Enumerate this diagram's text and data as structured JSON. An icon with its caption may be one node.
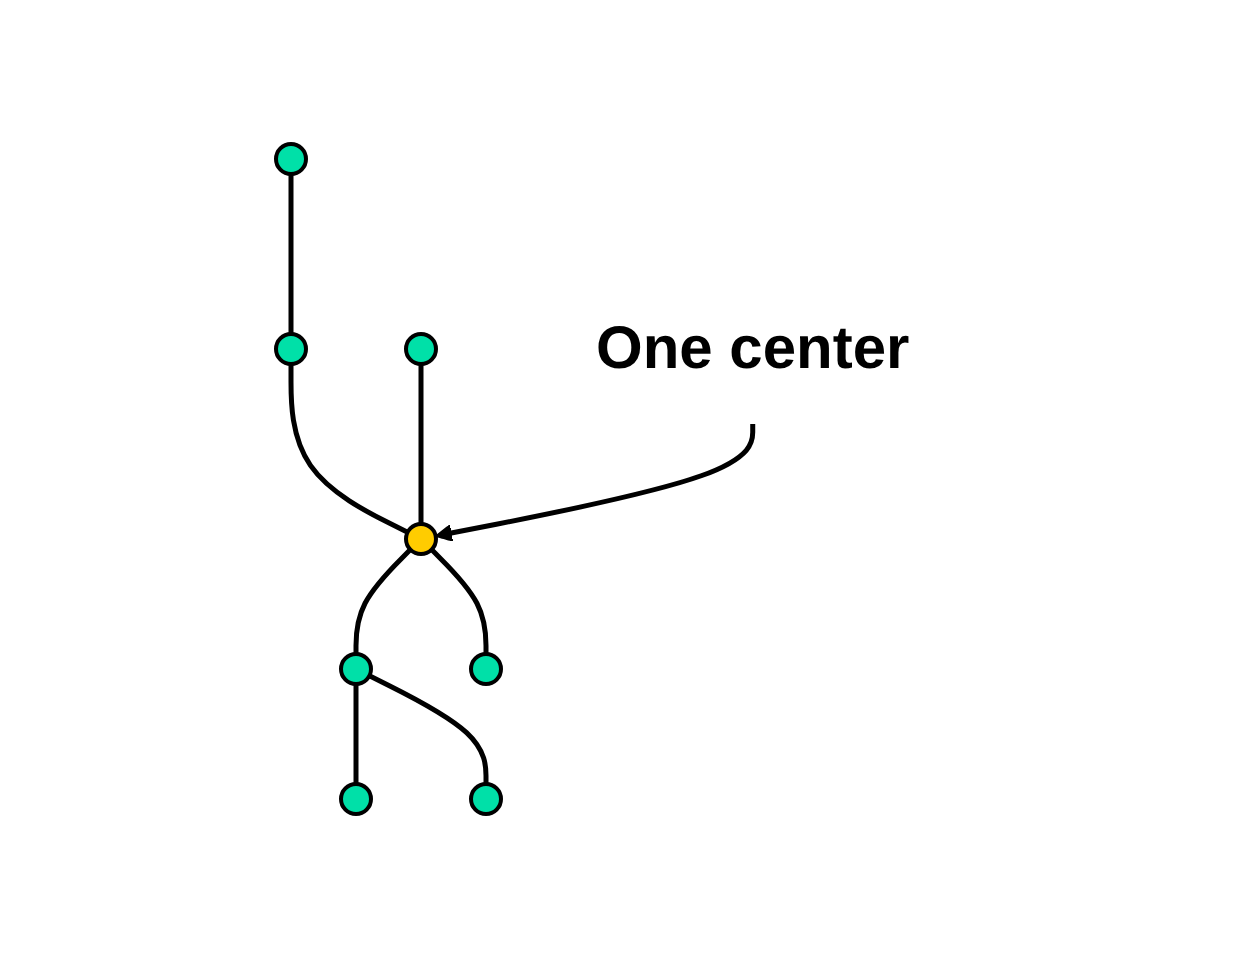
{
  "diagram": {
    "nodes": [
      {
        "text": [],
        "shape": "circle"
      },
      {
        "text": [],
        "shape": "circle"
      },
      {
        "text": [],
        "shape": "circle"
      },
      {
        "text": [
          "One center"
        ]
      },
      {
        "text": [],
        "shape": "circle"
      },
      {
        "text": [],
        "shape": "circle"
      },
      {
        "text": [],
        "shape": "circle"
      },
      {
        "text": [],
        "shape": "circle"
      },
      {
        "text": [],
        "shape": "circle"
      }
    ],
    "edges": [
      {
        "from": 0,
        "to": 1,
        "arrow": "none"
      },
      {
        "from": 1,
        "to": 4,
        "arrow": "none"
      },
      {
        "from": 2,
        "to": 4,
        "arrow": "none"
      },
      {
        "from": 3,
        "to": 4,
        "arrow": "to"
      },
      {
        "from": 4,
        "to": 5,
        "arrow": "none"
      },
      {
        "from": 4,
        "to": 6,
        "arrow": "none"
      },
      {
        "from": 5,
        "to": 7,
        "arrow": "none"
      },
      {
        "from": 5,
        "to": 8,
        "arrow": "none"
      }
    ]
  }
}
